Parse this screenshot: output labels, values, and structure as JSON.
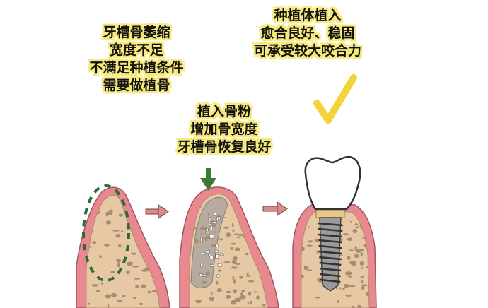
{
  "captions": {
    "stage1": [
      "牙槽骨萎缩",
      "宽度不足",
      "不满足种植条件",
      "需要做植骨"
    ],
    "stage2": [
      "植入骨粉",
      "增加骨宽度",
      "牙槽骨恢复良好"
    ],
    "stage3": [
      "种植体植入",
      "愈合良好、稳固",
      "可承受较大咬合力"
    ]
  },
  "colors": {
    "gum": "#e7898f",
    "bone": "#e6c9a4",
    "bone_speckle": "#a88c70",
    "graft": "#b7aaa0",
    "dashed_outline": "#2f6b3a",
    "down_arrow": "#3c7a35",
    "right_arrow": "#d98c8c",
    "check": "#f2d43a",
    "caption_highlight": "#f6e97a",
    "implant_screw": "#8f8f8f",
    "implant_collar": "#e8c887",
    "crown": "#ffffff"
  },
  "icons": {
    "down_arrow": "down-arrow-icon",
    "right_arrow": "right-arrow-icon",
    "check": "checkmark-icon"
  }
}
